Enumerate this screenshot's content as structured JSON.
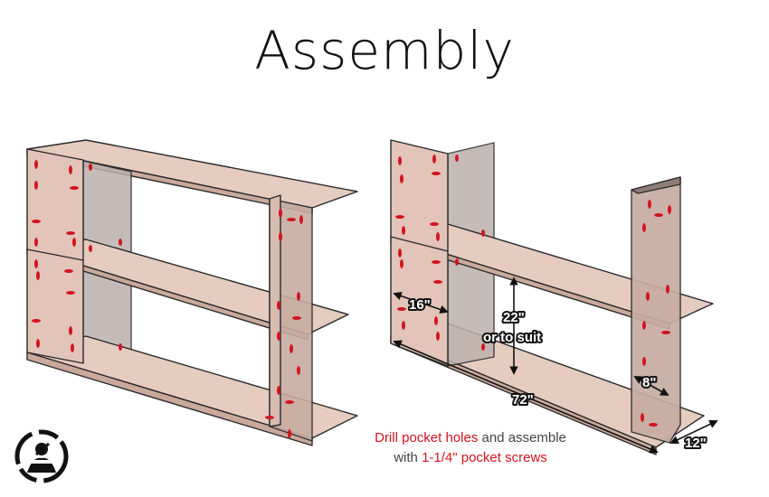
{
  "title": "Assembly",
  "dimensions": {
    "depth_side": "16\"",
    "shelf_gap_line1": "22\"",
    "shelf_gap_line2": "or to suit",
    "length": "72\"",
    "small_depth": "8\"",
    "base_depth": "12\""
  },
  "caption": {
    "line1_red": "Drill pocket holes",
    "line1_rest": " and assemble",
    "line2_lead": "with ",
    "line2_red": "1-1/4\" pocket screws"
  },
  "colors": {
    "wood": "#e2c4b8",
    "wood_dark": "#c9a79a",
    "glass": "#b7aaa6",
    "hole": "#d2141e",
    "outline": "#2a2a2a"
  },
  "logo": {
    "icon": "carpenter-logo-icon"
  }
}
